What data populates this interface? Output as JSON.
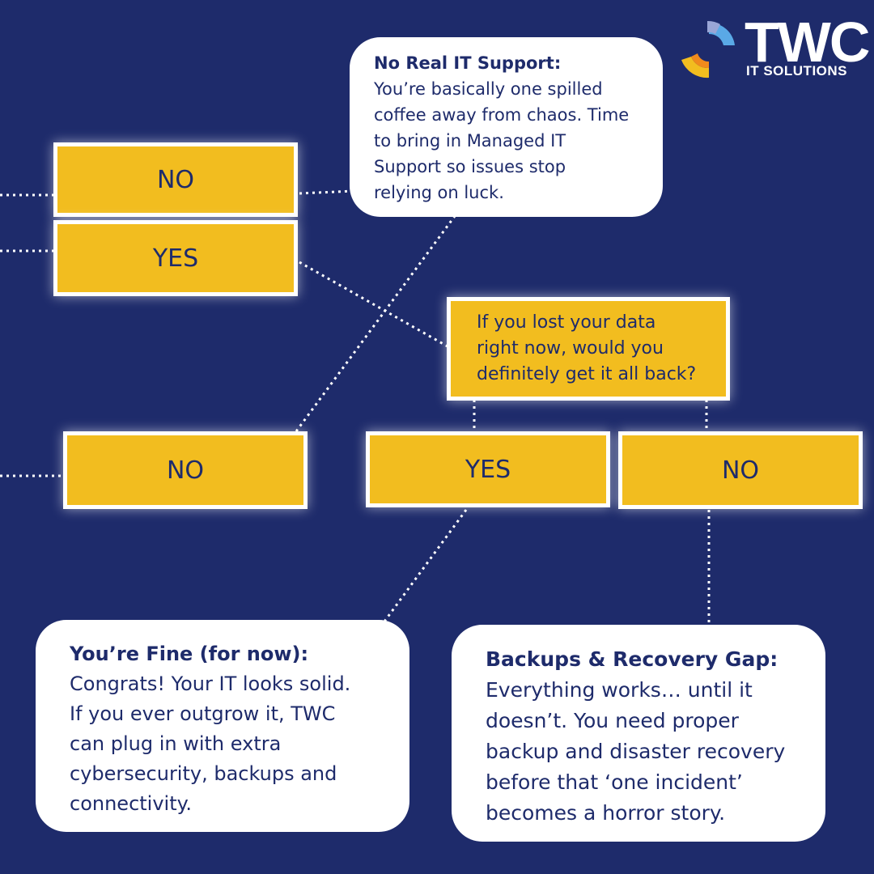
{
  "brand": {
    "name": "TWC",
    "tagline": "IT SOLUTIONS"
  },
  "colors": {
    "background": "#1e2b6b",
    "box_fill": "#f2bd1f",
    "box_border": "#ffffff",
    "card_fill": "#ffffff",
    "text": "#1e2b6b"
  },
  "answers": {
    "top_no": "NO",
    "top_yes": "YES",
    "mid_left_no": "NO",
    "backup_yes": "YES",
    "backup_no": "NO"
  },
  "question_backup": "If you lost your data\nright now, would you\ndefinitely get it all back?",
  "outcomes": {
    "no_it_support": {
      "title": "No Real IT Support:",
      "body": "You’re basically one spilled\ncoffee away from chaos. Time\nto bring in Managed IT\nSupport so issues stop\nrelying on luck."
    },
    "youre_fine": {
      "title": "You’re Fine (for now):",
      "body": "Congrats! Your IT looks solid.\nIf you ever outgrow it, TWC\ncan plug in with extra\ncybersecurity, backups and\nconnectivity."
    },
    "backups_gap": {
      "title": "Backups & Recovery Gap:",
      "body": "Everything works… until it\ndoesn’t. You need proper\nbackup and disaster recovery\nbefore that ‘one incident’\nbecomes a horror story."
    }
  }
}
